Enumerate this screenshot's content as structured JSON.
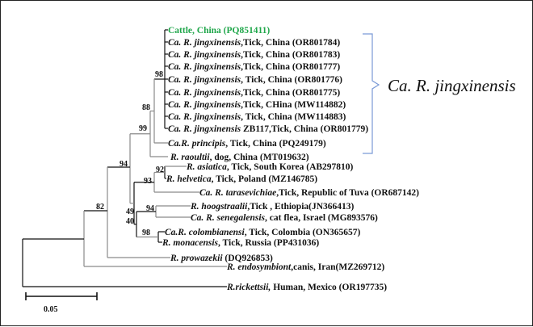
{
  "figure": {
    "type": "phylogenetic-tree",
    "scale_bar": {
      "value": "0.05"
    },
    "clade_annotation": {
      "label": "Ca. R. jingxinensis",
      "bracket_color": "#7a9ad6"
    },
    "colors": {
      "highlight": "#1fa64a",
      "branch_dark": "#111111",
      "branch_gray": "#8a8a8a"
    },
    "taxa": [
      {
        "id": "t1",
        "italic": "",
        "rest": "Cattle, China  (PQ851411)",
        "highlight": true
      },
      {
        "id": "t2",
        "italic": "Ca. R. jingxinensis",
        "rest": ",Tick, China (OR801784)"
      },
      {
        "id": "t3",
        "italic": "Ca. R. jingxinensis",
        "rest": ",Tick, China (OR801783)"
      },
      {
        "id": "t4",
        "italic": "Ca. R. jingxinensis",
        "rest": ",Tick, China (OR801777)"
      },
      {
        "id": "t5",
        "italic": "Ca. R. jingxinensis",
        "rest": ", Tick, China (OR801776)"
      },
      {
        "id": "t6",
        "italic": "Ca. R. jingxinensis",
        "rest": ",Tick, China (OR801775)"
      },
      {
        "id": "t7",
        "italic": "Ca. R. jingxinensis",
        "rest": ",Tick, CHina (MW114882)"
      },
      {
        "id": "t8",
        "italic": "Ca. R. jingxinensis",
        "rest": ", Tick, China (MW114883)"
      },
      {
        "id": "t9",
        "italic": "Ca. R. jingxinensis",
        "rest": " ZB117,Tick, China (OR801779)"
      },
      {
        "id": "t10",
        "italic": "Ca.R. principis",
        "rest": ", Tick, China (PQ249179)"
      },
      {
        "id": "t11",
        "italic": "R. raoultii",
        "rest": ", dog, China (MT019632)"
      },
      {
        "id": "t12",
        "italic": "R. asiatica",
        "rest": ", Tick, South Korea (AB297810)"
      },
      {
        "id": "t13",
        "italic": "R. helvetica",
        "rest": ", Tick, Poland (MZ146785)"
      },
      {
        "id": "t14",
        "italic": "Ca. R. tarasevichiae",
        "rest": ",Tick, Republic of Tuva (OR687142)"
      },
      {
        "id": "t15",
        "italic": "R. hoogstraalii",
        "rest": ",Tick , Ethiopia(JN366413)"
      },
      {
        "id": "t16",
        "italic": "Ca. R. senegalensis",
        "rest": ", cat flea, Israel (MG893576)"
      },
      {
        "id": "t17",
        "italic": "Ca.R. colombianensi",
        "rest": ", Tick, Colombia (ON365657)"
      },
      {
        "id": "t18",
        "italic": "R. monacensis",
        "rest": ", Tick, Russia (PP431036)"
      },
      {
        "id": "t19",
        "italic": "R. prowazekii",
        "rest": " (DQ926853)"
      },
      {
        "id": "t20",
        "italic": "R. endosymbiont",
        "rest": ",canis, Iran(MZ269712)"
      },
      {
        "id": "t21",
        "italic": "R.rickettsii,",
        "rest": " Human, Mexico (OR197735)"
      }
    ],
    "bootstrap": [
      {
        "node": "jingxinensis-clade",
        "value": "98"
      },
      {
        "node": "jingxinensis-principis",
        "value": "88"
      },
      {
        "node": "with-raoultii",
        "value": "99"
      },
      {
        "node": "spotted-fever-group",
        "value": "94"
      },
      {
        "node": "asiatica-helvetica",
        "value": "92"
      },
      {
        "node": "with-tarasevichiae",
        "value": "93"
      },
      {
        "node": "hoogstraalii-senegalensis",
        "value": "94"
      },
      {
        "node": "colombianensi-monacensis",
        "value": "98"
      },
      {
        "node": "node-49",
        "value": "49"
      },
      {
        "node": "node-40",
        "value": "40"
      },
      {
        "node": "with-prowazekii",
        "value": "82"
      }
    ]
  }
}
